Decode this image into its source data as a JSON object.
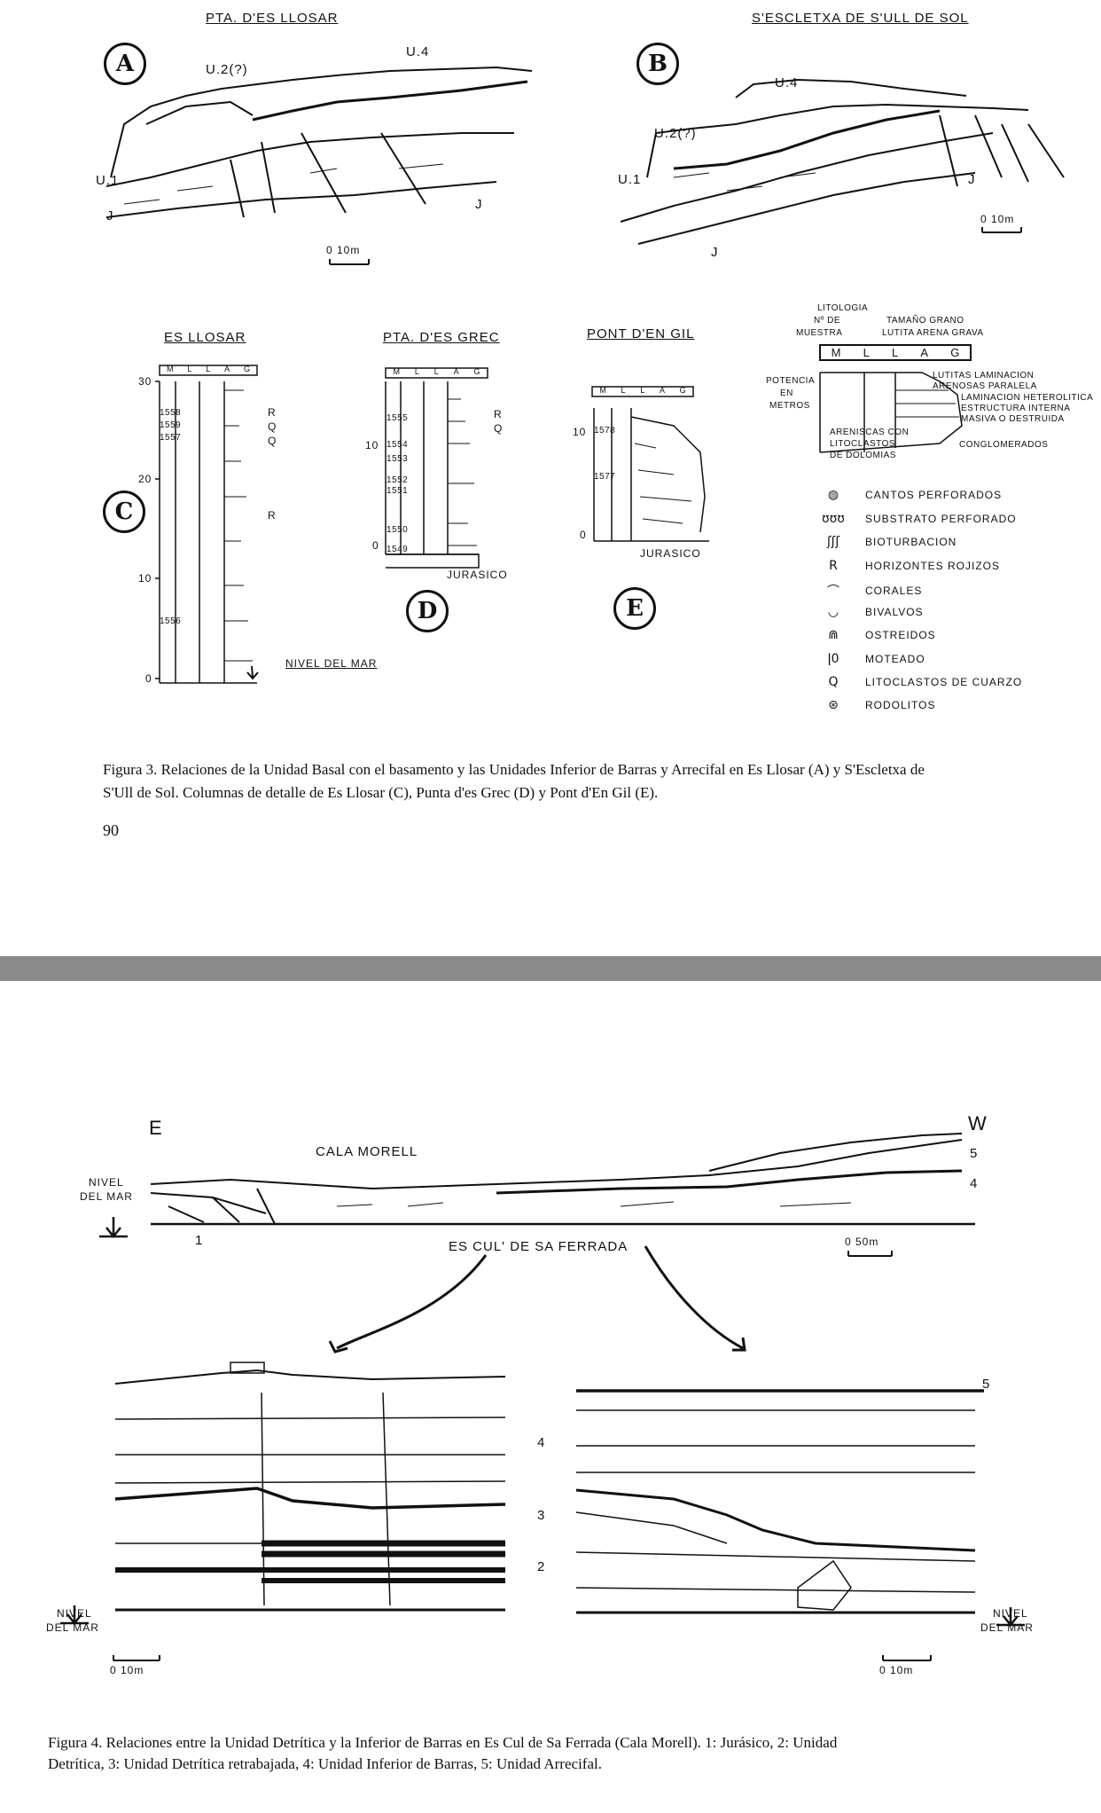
{
  "figure3": {
    "panel_a": {
      "title": "PTA. D'ES LLOSAR",
      "letter": "A",
      "labels": {
        "u2": "U.2(?)",
        "u4": "U.4",
        "u1": "U.1",
        "j_left": "J",
        "j_right": "J"
      },
      "scale": "0   10m"
    },
    "panel_b": {
      "title": "S'ESCLETXA DE S'ULL DE SOL",
      "letter": "B",
      "labels": {
        "u4": "U.4",
        "u2": "U.2(?)",
        "u1": "U.1",
        "j_right": "J",
        "j_bottom": "J"
      },
      "scale": "0     10m"
    },
    "col_c": {
      "title": "ES LLOSAR",
      "letter": "C",
      "header": [
        "M",
        "L",
        "L",
        "A",
        "G"
      ],
      "ticks": [
        "30",
        "20",
        "10",
        "0"
      ],
      "samples": [
        "1558",
        "1559",
        "1557",
        "1556"
      ],
      "marks": [
        "R",
        "Q",
        "Q",
        "R"
      ],
      "sea_level": "NIVEL DEL MAR"
    },
    "col_d": {
      "title": "PTA. D'ES GREC",
      "letter": "D",
      "header": [
        "M",
        "L",
        "L",
        "A",
        "G"
      ],
      "ticks": [
        "10",
        "0"
      ],
      "samples": [
        "1555",
        "1554",
        "1553",
        "1552",
        "1551",
        "1550",
        "1549"
      ],
      "marks": [
        "R",
        "Q"
      ],
      "base": "JURASICO"
    },
    "col_e": {
      "title": "PONT D'EN GIL",
      "letter": "E",
      "header": [
        "M",
        "L",
        "L",
        "A",
        "G"
      ],
      "ticks": [
        "10",
        "0"
      ],
      "samples": [
        "1578",
        "1577"
      ],
      "base": "JURASICO"
    },
    "key": {
      "litologia": "LITOLOGIA",
      "numero": "Nº DE",
      "muestra": "MUESTRA",
      "tamano": "TAMAÑO GRANO",
      "tamano_sub": "LUTITA  ARENA  GRAVA",
      "header": [
        "M",
        "L",
        "L",
        "A",
        "G"
      ],
      "potencia": [
        "POTENCIA",
        "EN",
        "METROS"
      ],
      "right": [
        "LUTITAS   LAMINACION",
        "ARENOSAS  PARALELA",
        "LAMINACION  HETEROLITICA",
        "ESTRUCTURA  INTERNA",
        "MASIVA O DESTRUIDA"
      ],
      "conglomerados": "CONGLOMERADOS",
      "areniscas": [
        "ARENISCAS CON",
        "LITOCLASTOS",
        "DE DOLOMIAS"
      ]
    },
    "legend": [
      {
        "icon": "cantos-perforados-icon",
        "glyph": "◍",
        "label": "CANTOS PERFORADOS"
      },
      {
        "icon": "substrato-perforado-icon",
        "glyph": "ʊʊʊ",
        "label": "SUBSTRATO PERFORADO"
      },
      {
        "icon": "bioturbacion-icon",
        "glyph": "ʃʃʃ",
        "label": "BIOTURBACION"
      },
      {
        "icon": "horizontes-rojizos-icon",
        "glyph": "R",
        "label": "HORIZONTES ROJIZOS"
      },
      {
        "icon": "corales-icon",
        "glyph": "⌒",
        "label": "CORALES"
      },
      {
        "icon": "bivalvos-icon",
        "glyph": "◡",
        "label": "BIVALVOS"
      },
      {
        "icon": "ostreidos-icon",
        "glyph": "⋒",
        "label": "OSTREIDOS"
      },
      {
        "icon": "moteado-icon",
        "glyph": "ǀ0",
        "label": "MOTEADO"
      },
      {
        "icon": "litoclastos-cuarzo-icon",
        "glyph": "Q",
        "label": "LITOCLASTOS DE CUARZO"
      },
      {
        "icon": "rodolitos-icon",
        "glyph": "⊛",
        "label": "RODOLITOS"
      }
    ],
    "caption": [
      "Figura 3.  Relaciones de la Unidad Basal con el basamento y las Unidades Inferior de Barras y Arrecifal en Es Llosar (A) y S'Escletxa de",
      "S'Ull de Sol. Columnas de detalle  de Es Llosar (C), Punta d'es Grec (D) y Pont d'En Gil (E)."
    ],
    "page_number": "90"
  },
  "figure4": {
    "overview": {
      "east": "E",
      "west": "W",
      "place": "CALA MORELL",
      "sea_level": [
        "NIVEL",
        "DEL MAR"
      ],
      "unit_1": "1",
      "unit_4": "4",
      "unit_5": "5",
      "zoom_label": "ES CUL' DE SA FERRADA",
      "scale": "0     50m"
    },
    "detail_left": {
      "unit_4": "4",
      "unit_3": "3",
      "unit_2": "2",
      "sea_level": [
        "NIVEL",
        "DEL MAR"
      ],
      "scale": "0     10m"
    },
    "detail_right": {
      "unit_5": "5",
      "sea_level": [
        "NIVEL",
        "DEL MAR"
      ],
      "scale": "0     10m"
    },
    "caption": [
      "Figura 4.  Relaciones entre la Unidad Detrítica y la Inferior de Barras en Es Cul de Sa Ferrada (Cala Morell). 1: Jurásico, 2: Unidad",
      "Detrítica, 3: Unidad Detrítica retrabajada, 4: Unidad Inferior de Barras, 5: Unidad Arrecifal."
    ]
  }
}
